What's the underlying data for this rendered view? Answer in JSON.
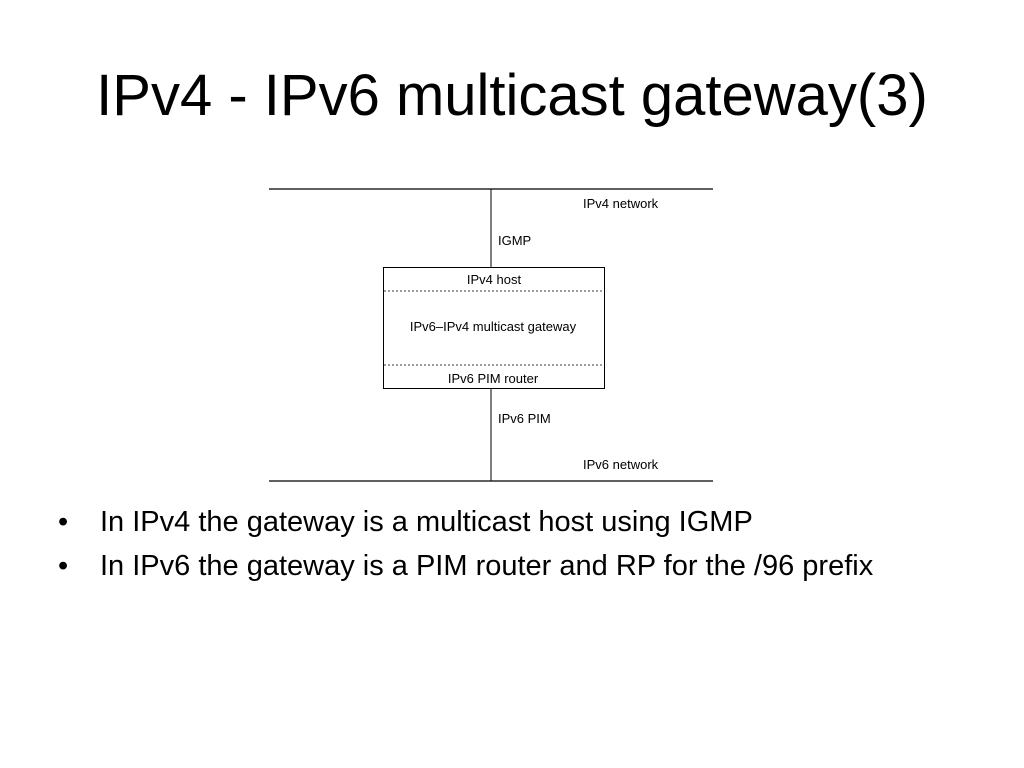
{
  "slide": {
    "title": "IPv4 - IPv6 multicast gateway(3)"
  },
  "diagram": {
    "ipv4_network_label": "IPv4 network",
    "igmp_label": "IGMP",
    "gateway_box": {
      "top_label": "IPv4 host",
      "middle_label": "IPv6–IPv4 multicast gateway",
      "bottom_label": "IPv6 PIM router"
    },
    "ipv6_pim_label": "IPv6 PIM",
    "ipv6_network_label": "IPv6 network"
  },
  "bullets": {
    "marker": "•",
    "items": [
      "In IPv4 the gateway is a multicast host using IGMP",
      "In IPv6 the gateway is a PIM router and RP for the /96 prefix"
    ]
  }
}
